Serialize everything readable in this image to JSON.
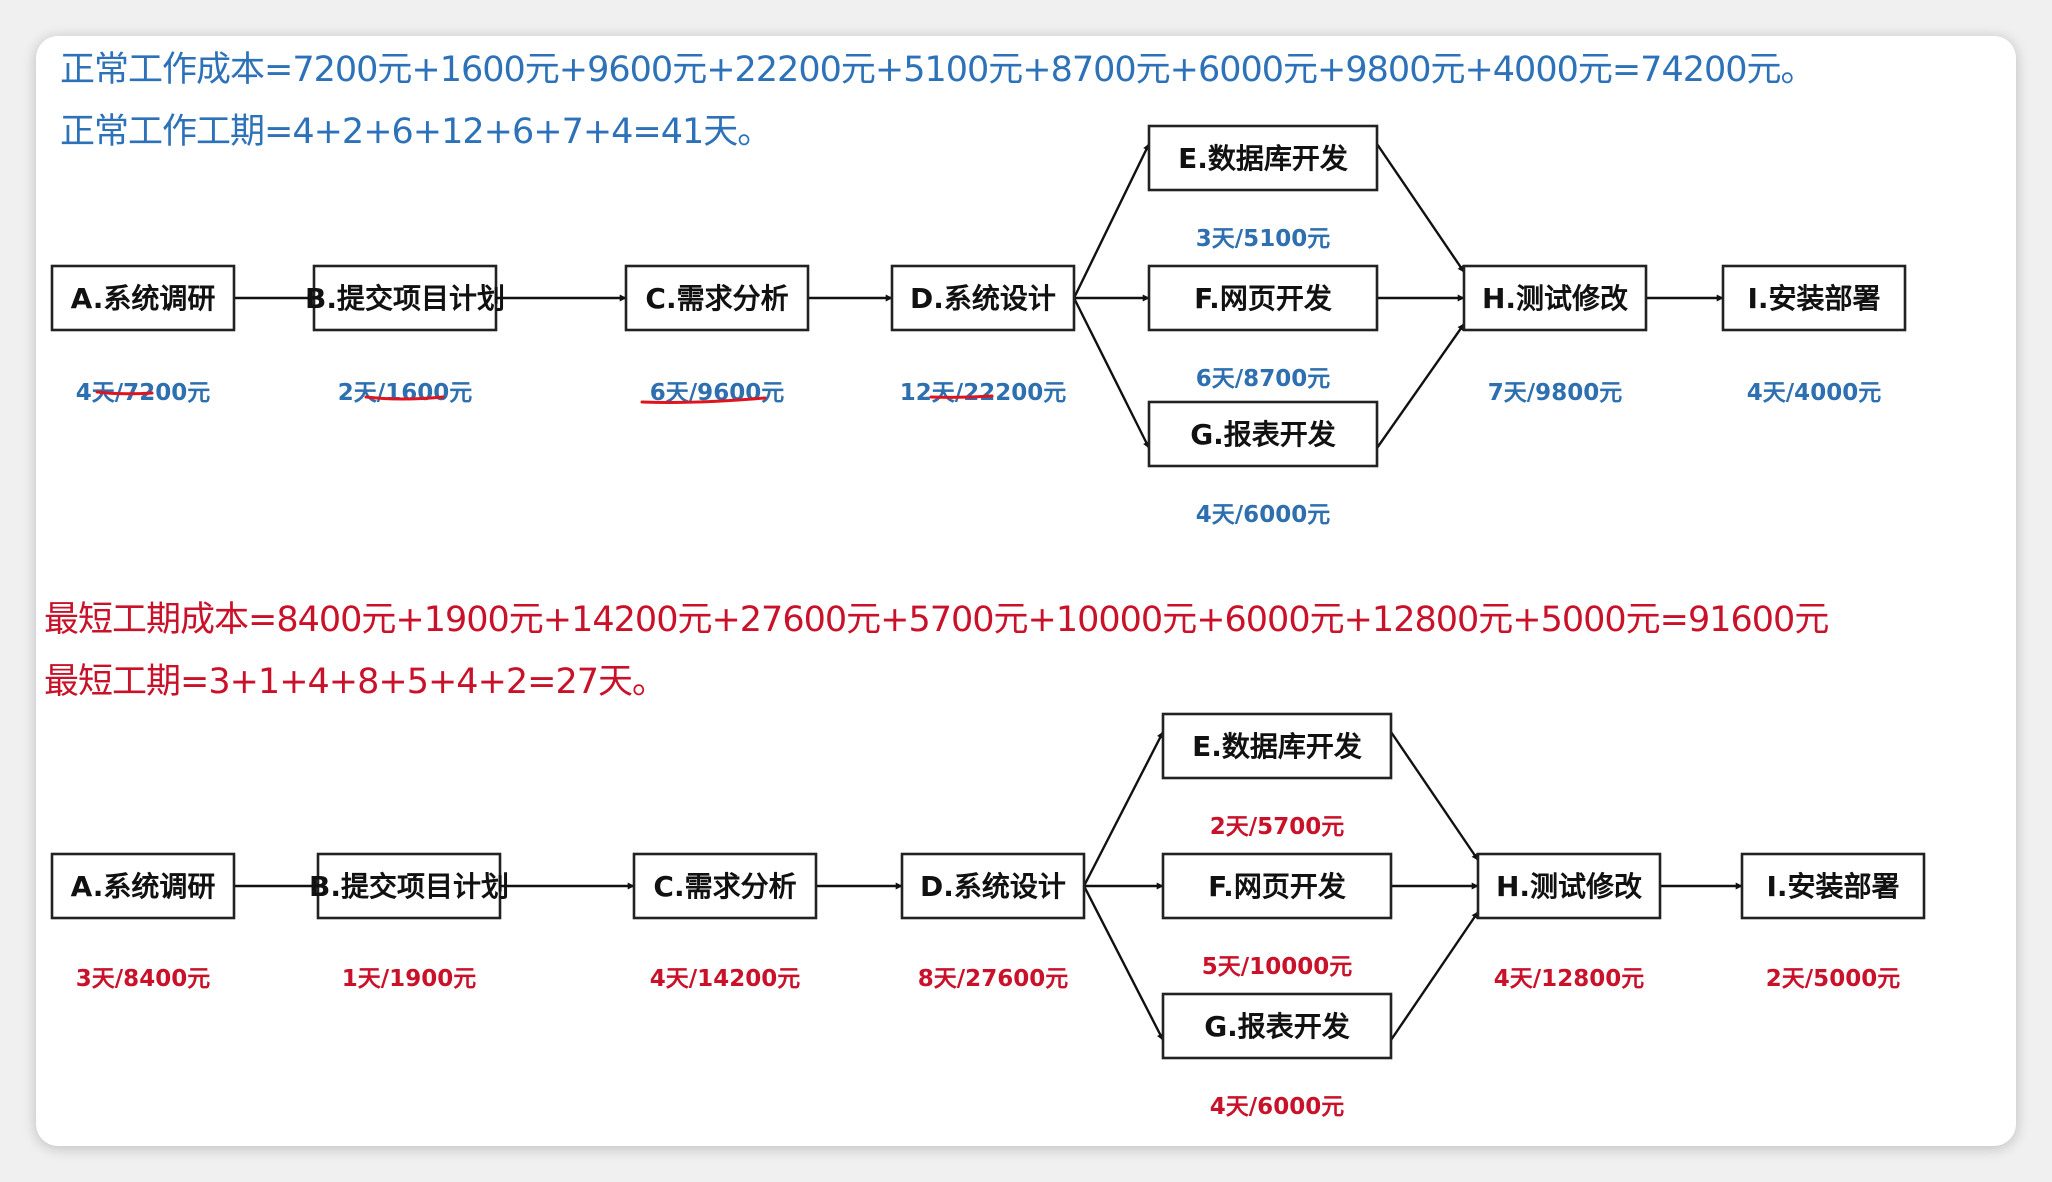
{
  "normal": {
    "cost_formula": "正常工作成本=7200元+1600元+9600元+22200元+5100元+8700元+6000元+9800元+4000元=74200元。",
    "duration_formula": "正常工作工期=4+2+6+12+6+7+4=41天。",
    "tasks": [
      {
        "key": "A",
        "label": "A.系统调研",
        "value": "4天/7200元"
      },
      {
        "key": "B",
        "label": "B.提交项目计划",
        "value": "2天/1600元"
      },
      {
        "key": "C",
        "label": "C.需求分析",
        "value": "6天/9600元"
      },
      {
        "key": "D",
        "label": "D.系统设计",
        "value": "12天/22200元"
      },
      {
        "key": "E",
        "label": "E.数据库开发",
        "value": "3天/5100元"
      },
      {
        "key": "F",
        "label": "F.网页开发",
        "value": "6天/8700元"
      },
      {
        "key": "G",
        "label": "G.报表开发",
        "value": "4天/6000元"
      },
      {
        "key": "H",
        "label": "H.测试修改",
        "value": "7天/9800元"
      },
      {
        "key": "I",
        "label": "I.安装部署",
        "value": "4天/4000元"
      }
    ]
  },
  "shortest": {
    "cost_formula": "最短工期成本=8400元+1900元+14200元+27600元+5700元+10000元+6000元+12800元+5000元=91600元",
    "duration_formula": "最短工期=3+1+4+8+5+4+2=27天。",
    "tasks": [
      {
        "key": "A",
        "label": "A.系统调研",
        "value": "3天/8400元"
      },
      {
        "key": "B",
        "label": "B.提交项目计划",
        "value": "1天/1900元"
      },
      {
        "key": "C",
        "label": "C.需求分析",
        "value": "4天/14200元"
      },
      {
        "key": "D",
        "label": "D.系统设计",
        "value": "8天/27600元"
      },
      {
        "key": "E",
        "label": "E.数据库开发",
        "value": "2天/5700元"
      },
      {
        "key": "F",
        "label": "F.网页开发",
        "value": "5天/10000元"
      },
      {
        "key": "G",
        "label": "G.报表开发",
        "value": "4天/6000元"
      },
      {
        "key": "H",
        "label": "H.测试修改",
        "value": "4天/12800元"
      },
      {
        "key": "I",
        "label": "I.安装部署",
        "value": "2天/5000元"
      }
    ]
  },
  "colors": {
    "formula_blue": "#2d72b8",
    "formula_red": "#c9122a",
    "value_blue": "#2e6fb0",
    "value_red": "#c9122a",
    "underline_red": "#e0141e",
    "box_border": "#222222",
    "arrow": "#111111"
  }
}
